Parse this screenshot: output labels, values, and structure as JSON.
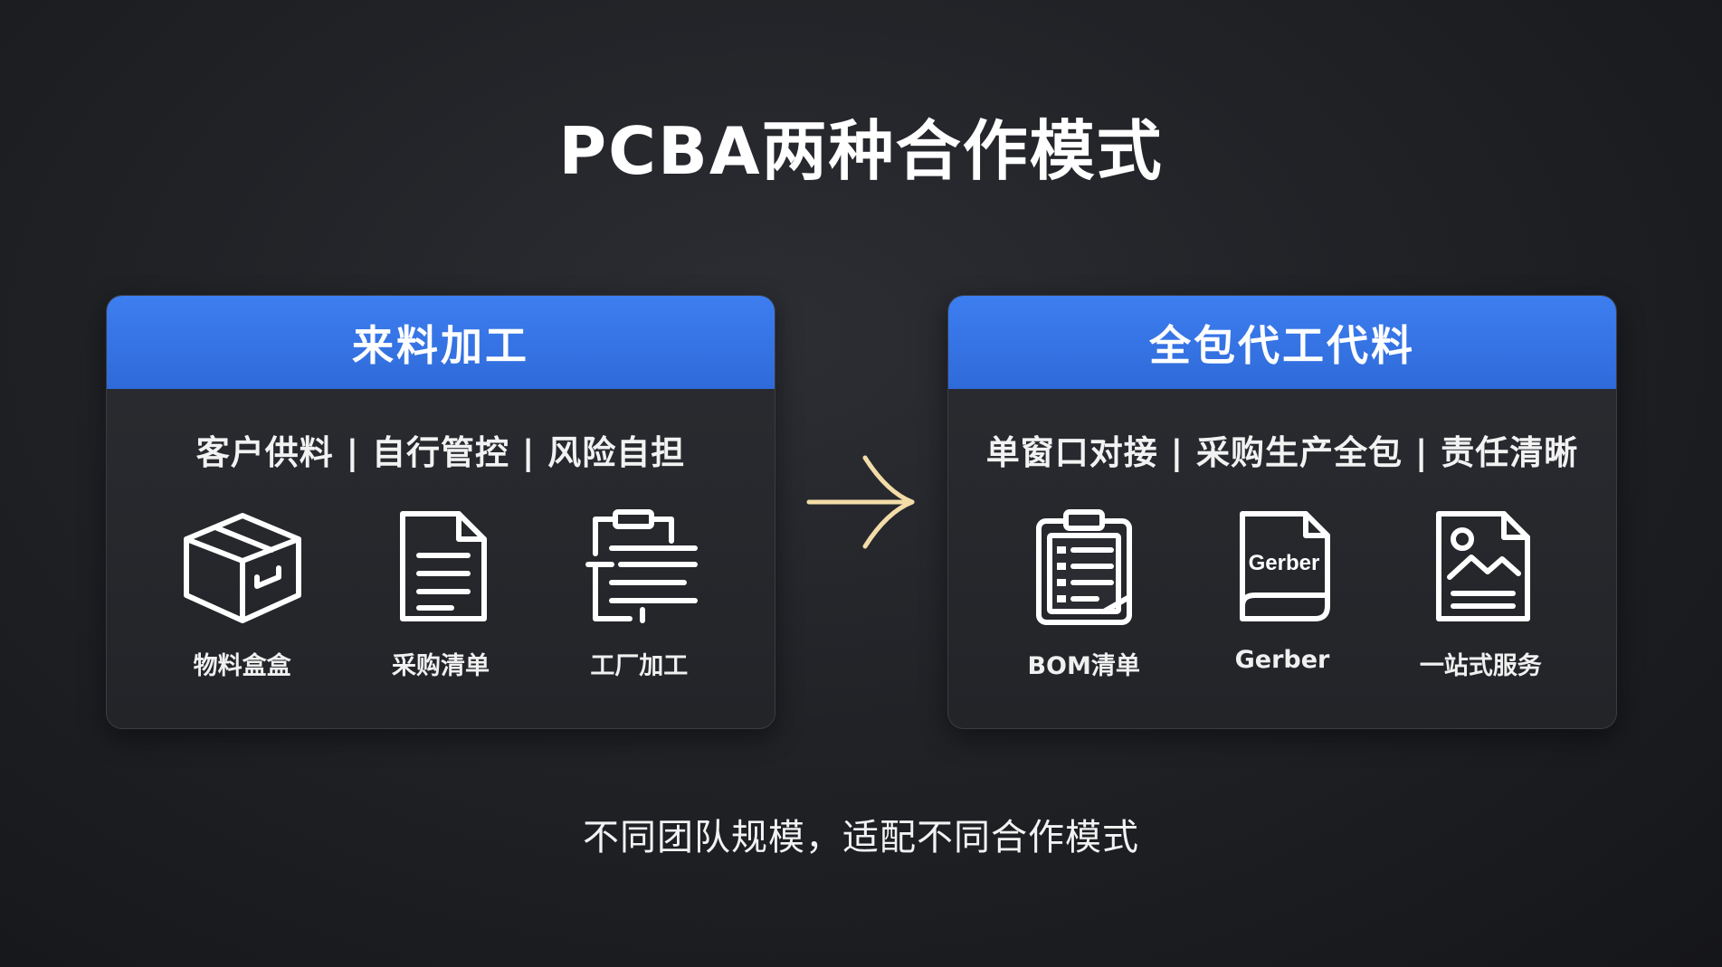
{
  "title": "PCBA两种合作模式",
  "left_card": {
    "header": "来料加工",
    "subtitle": "客户供料 | 自行管控 | 风险自担",
    "items": [
      {
        "label": "物料盒盒",
        "icon": "box-icon"
      },
      {
        "label": "采购清单",
        "icon": "document-icon"
      },
      {
        "label": "工厂加工",
        "icon": "clipboard-list-icon"
      }
    ]
  },
  "right_card": {
    "header": "全包代工代料",
    "subtitle": "单窗口对接 | 采购生产全包 | 责任清晰",
    "items": [
      {
        "label": "BOM清单",
        "icon": "bom-clipboard-icon"
      },
      {
        "label": "Gerber",
        "icon": "gerber-file-icon",
        "icon_text": "Gerber"
      },
      {
        "label": "一站式服务",
        "icon": "image-file-icon"
      }
    ]
  },
  "arrow_icon": "arrow-right-icon",
  "footer": "不同团队规模，适配不同合作模式",
  "colors": {
    "header_blue": "#3373e6",
    "arrow": "#f3dca8",
    "background": "#1e2024"
  }
}
